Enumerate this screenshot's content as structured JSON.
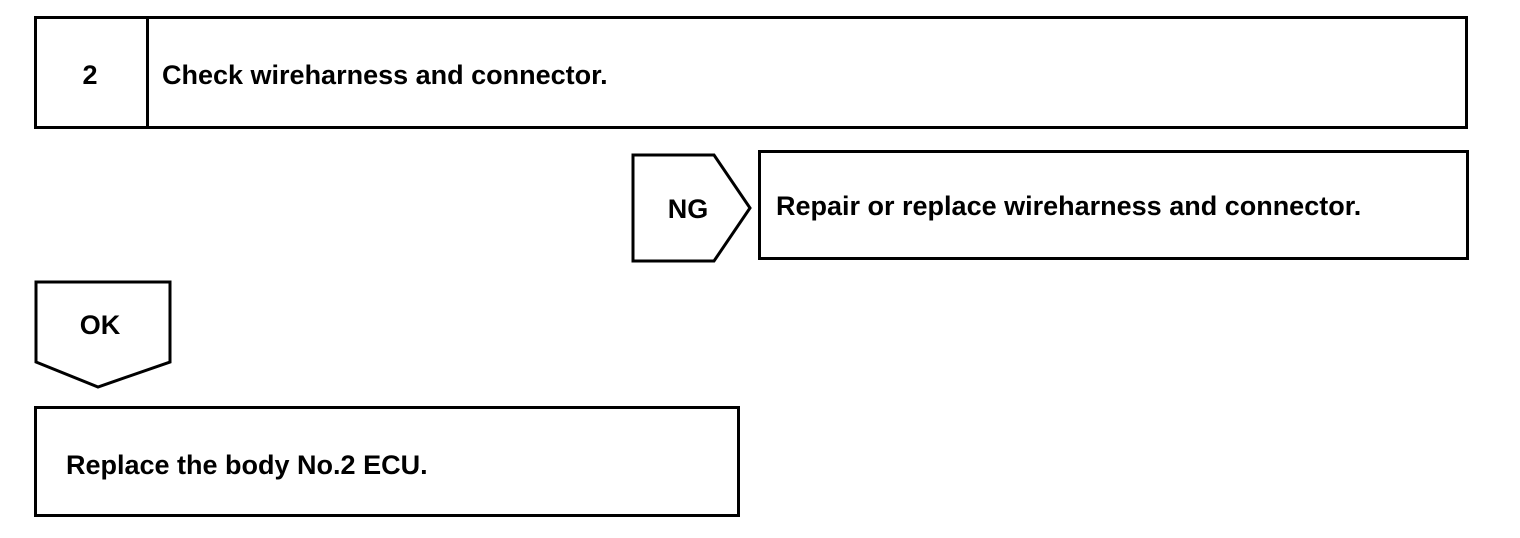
{
  "step": {
    "number": "2",
    "title": "Check wireharness and connector."
  },
  "ng_branch": {
    "label": "NG",
    "result": "Repair or replace wireharness and connector."
  },
  "ok_branch": {
    "label": "OK",
    "result": "Replace the body No.2 ECU."
  }
}
